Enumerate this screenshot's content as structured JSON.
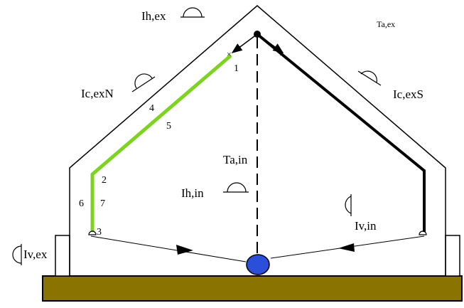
{
  "labels": {
    "ih_ex": "Ih,ex",
    "ta_ex": "Ta,ex",
    "ic_exN": "Ic,exN",
    "ic_exS": "Ic,exS",
    "ta_in": "Ta,in",
    "ih_in": "Ih,in",
    "iv_in": "Iv,in",
    "iv_ex": "Iv,ex"
  },
  "node_numbers": {
    "n1": "1",
    "n2": "2",
    "n3": "3",
    "n4": "4",
    "n5": "5",
    "n6": "6",
    "n7": "7"
  },
  "colors": {
    "line": "#000000",
    "highlight": "#7ed321",
    "ground": "#8a7300",
    "ball": "#2b4fd8"
  }
}
